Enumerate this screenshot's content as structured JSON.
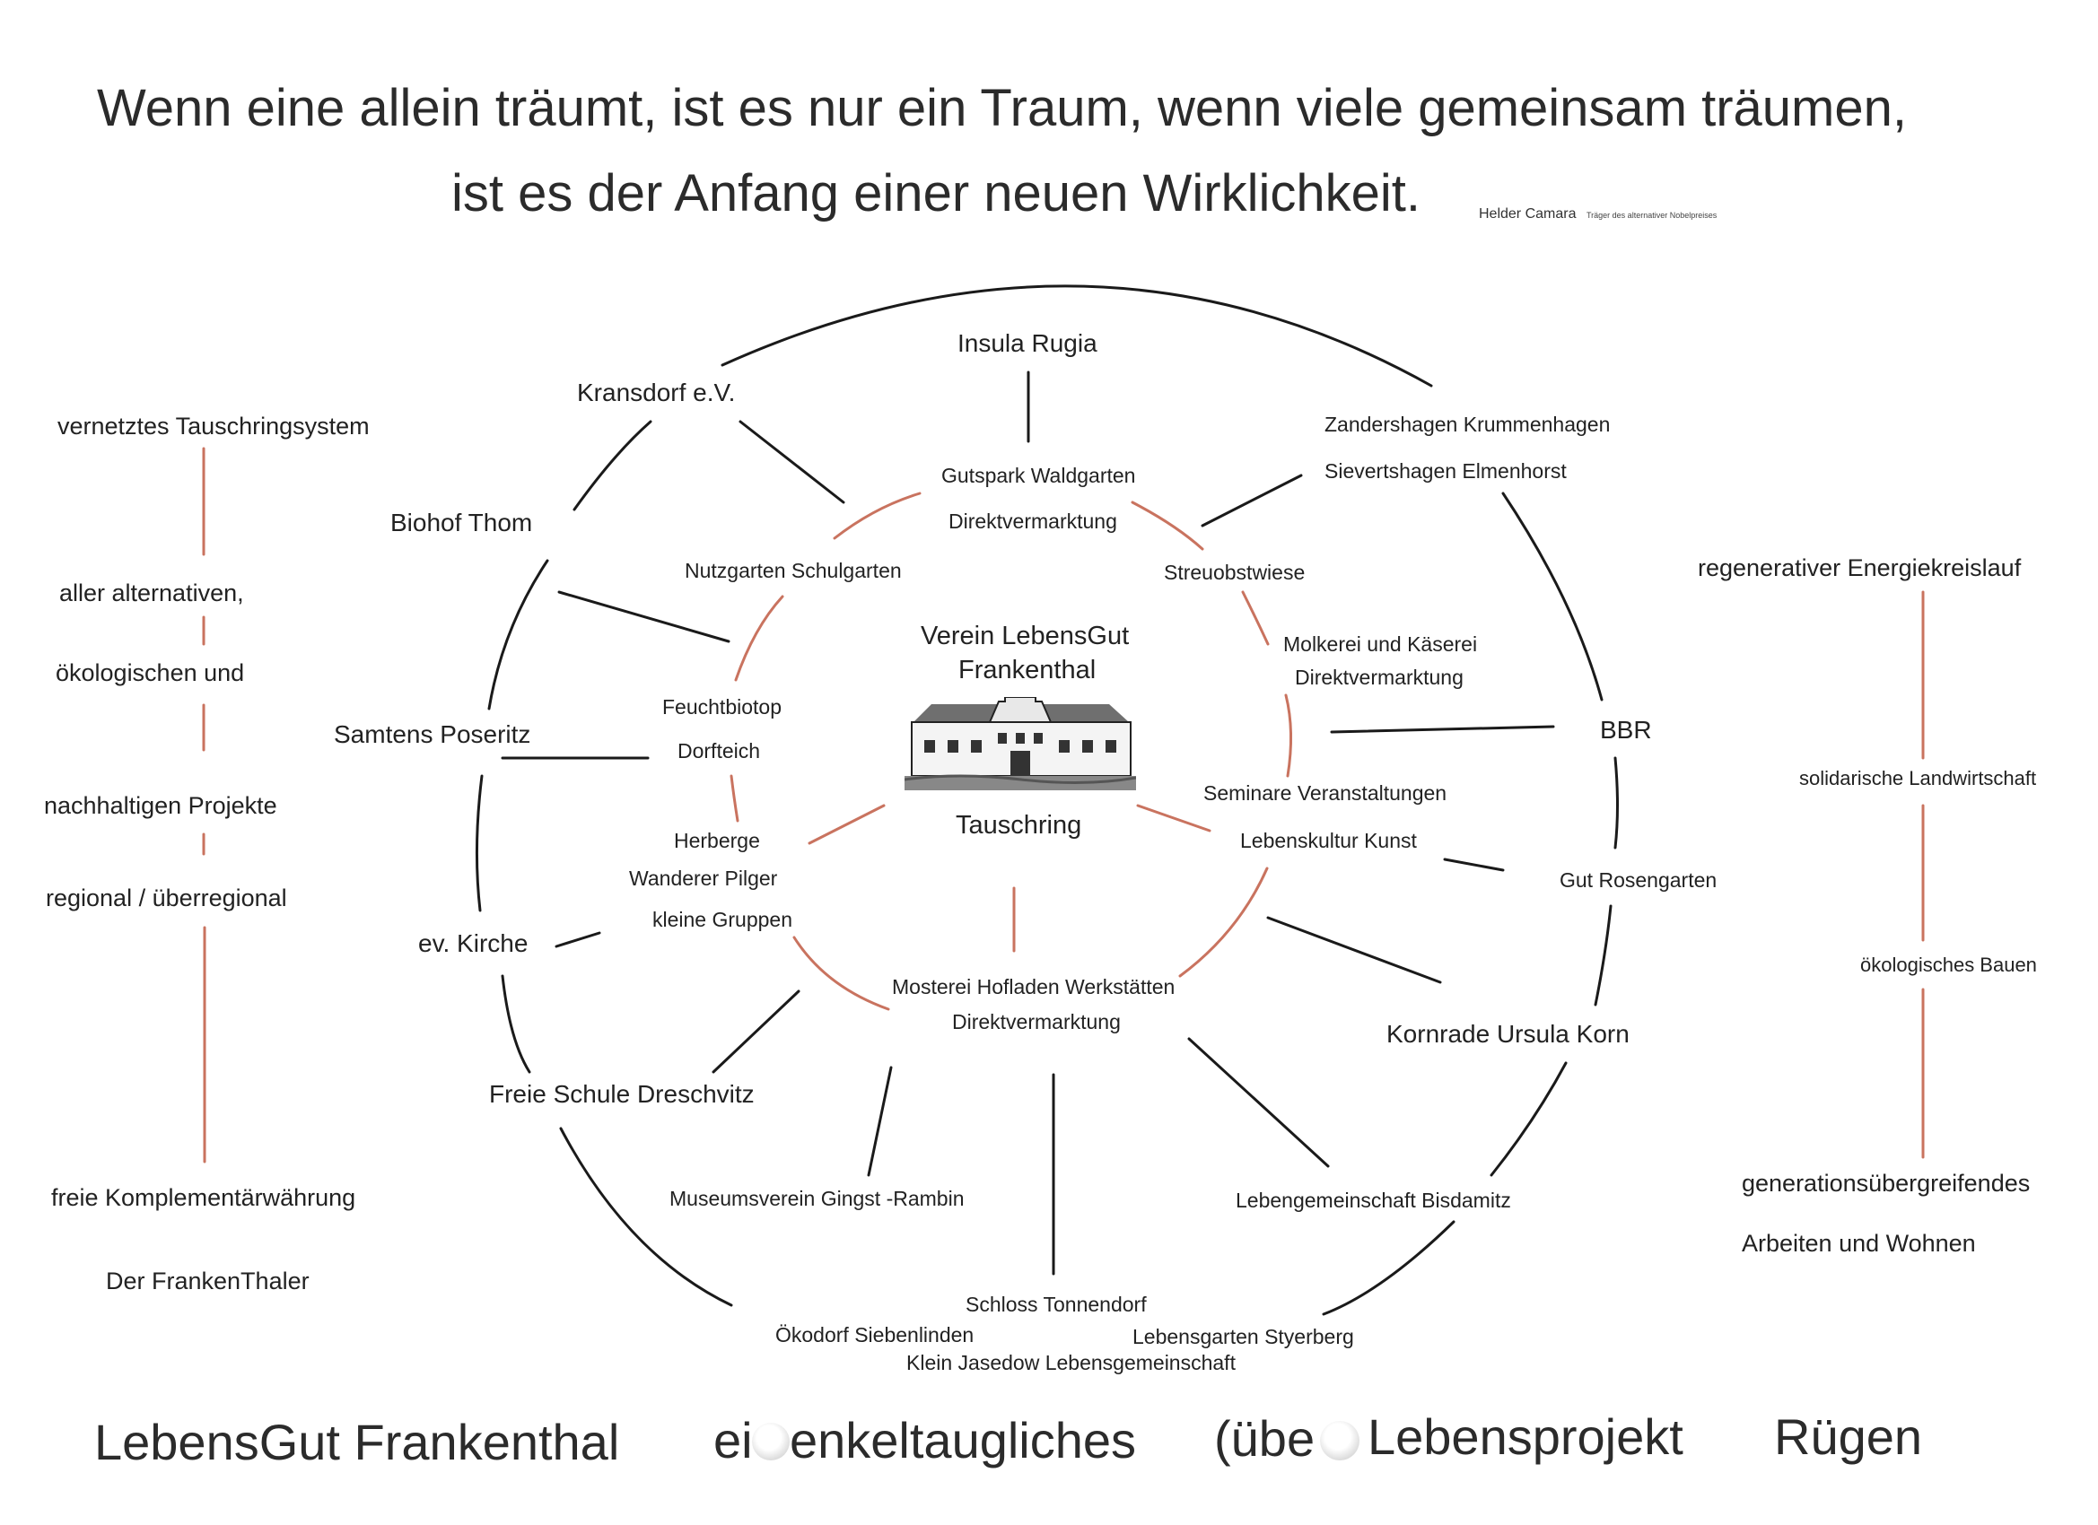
{
  "quote": {
    "line1": "Wenn eine allein träumt, ist es nur ein Traum, wenn viele gemeinsam träumen,",
    "line2": "ist es der Anfang einer neuen Wirklichkeit.",
    "author": "Helder Camara",
    "author_note": "Träger des alternativer Nobelpreises"
  },
  "center": {
    "title_line1": "Verein LebensGut",
    "title_line2": "Frankenthal",
    "subtitle": "Tauschring"
  },
  "inner_ring": {
    "gutspark": "Gutspark  Waldgarten",
    "direktvermarktung_top": "Direktvermarktung",
    "nutzgarten": "Nutzgarten  Schulgarten",
    "streuobstwiese": "Streuobstwiese",
    "molkerei": "Molkerei und Käserei",
    "direktvermarktung_right": "Direktvermarktung",
    "feuchtbiotop": "Feuchtbiotop",
    "dorfteich": "Dorfteich",
    "seminare": "Seminare   Veranstaltungen",
    "lebenskultur": "Lebenskultur  Kunst",
    "herberge": "Herberge",
    "wanderer": "Wanderer      Pilger",
    "kleine_gruppen": "kleine Gruppen",
    "mosterei": "Mosterei Hofladen  Werkstätten",
    "direktvermarktung_bottom": "Direktvermarktung"
  },
  "outer_ring": {
    "insula_rugia": "Insula Rugia",
    "kransdorf": "Kransdorf e.V.",
    "zandershagen": "Zandershagen Krummenhagen",
    "sievertshagen": "Sievertshagen  Elmenhorst",
    "biohof": "Biohof Thom",
    "samtens": "Samtens  Poseritz",
    "bbr": "BBR",
    "gut_rosengarten": "Gut Rosengarten",
    "ev_kirche": "ev. Kirche",
    "kornrade": "Kornrade Ursula Korn",
    "freie_schule": "Freie Schule Dreschvitz",
    "museumsverein": "Museumsverein Gingst -Rambin",
    "lebengemeinschaft": "Lebengemeinschaft Bisdamitz",
    "schloss": "Schloss Tonnendorf",
    "oekodorf": "Ökodorf Siebenlinden",
    "lebensgarten": "Lebensgarten Styerberg",
    "klein_jasedow": "Klein Jasedow Lebensgemeinschaft"
  },
  "left_column": {
    "items": [
      "vernetztes Tauschringsystem",
      "aller alternativen,",
      "ökologischen und",
      "nachhaltigen Projekte",
      "regional / überregional",
      "freie Komplementärwährung",
      "Der FrankenThaler"
    ]
  },
  "right_column": {
    "items": [
      "regenerativer Energiekreislauf",
      "solidarische Landwirtschaft",
      "ökologisches Bauen",
      "generationsübergreifendes",
      "Arbeiten und Wohnen"
    ]
  },
  "footer": {
    "part1": "LebensGut  Frankenthal",
    "part2": "ei",
    "part3": " enkeltaugliches",
    "part4": "(übe",
    "part5": "Lebensprojekt",
    "part6": "Rügen"
  },
  "colors": {
    "red_line": "#c9735f",
    "black_line": "#1a1a1a",
    "text": "#222222"
  }
}
